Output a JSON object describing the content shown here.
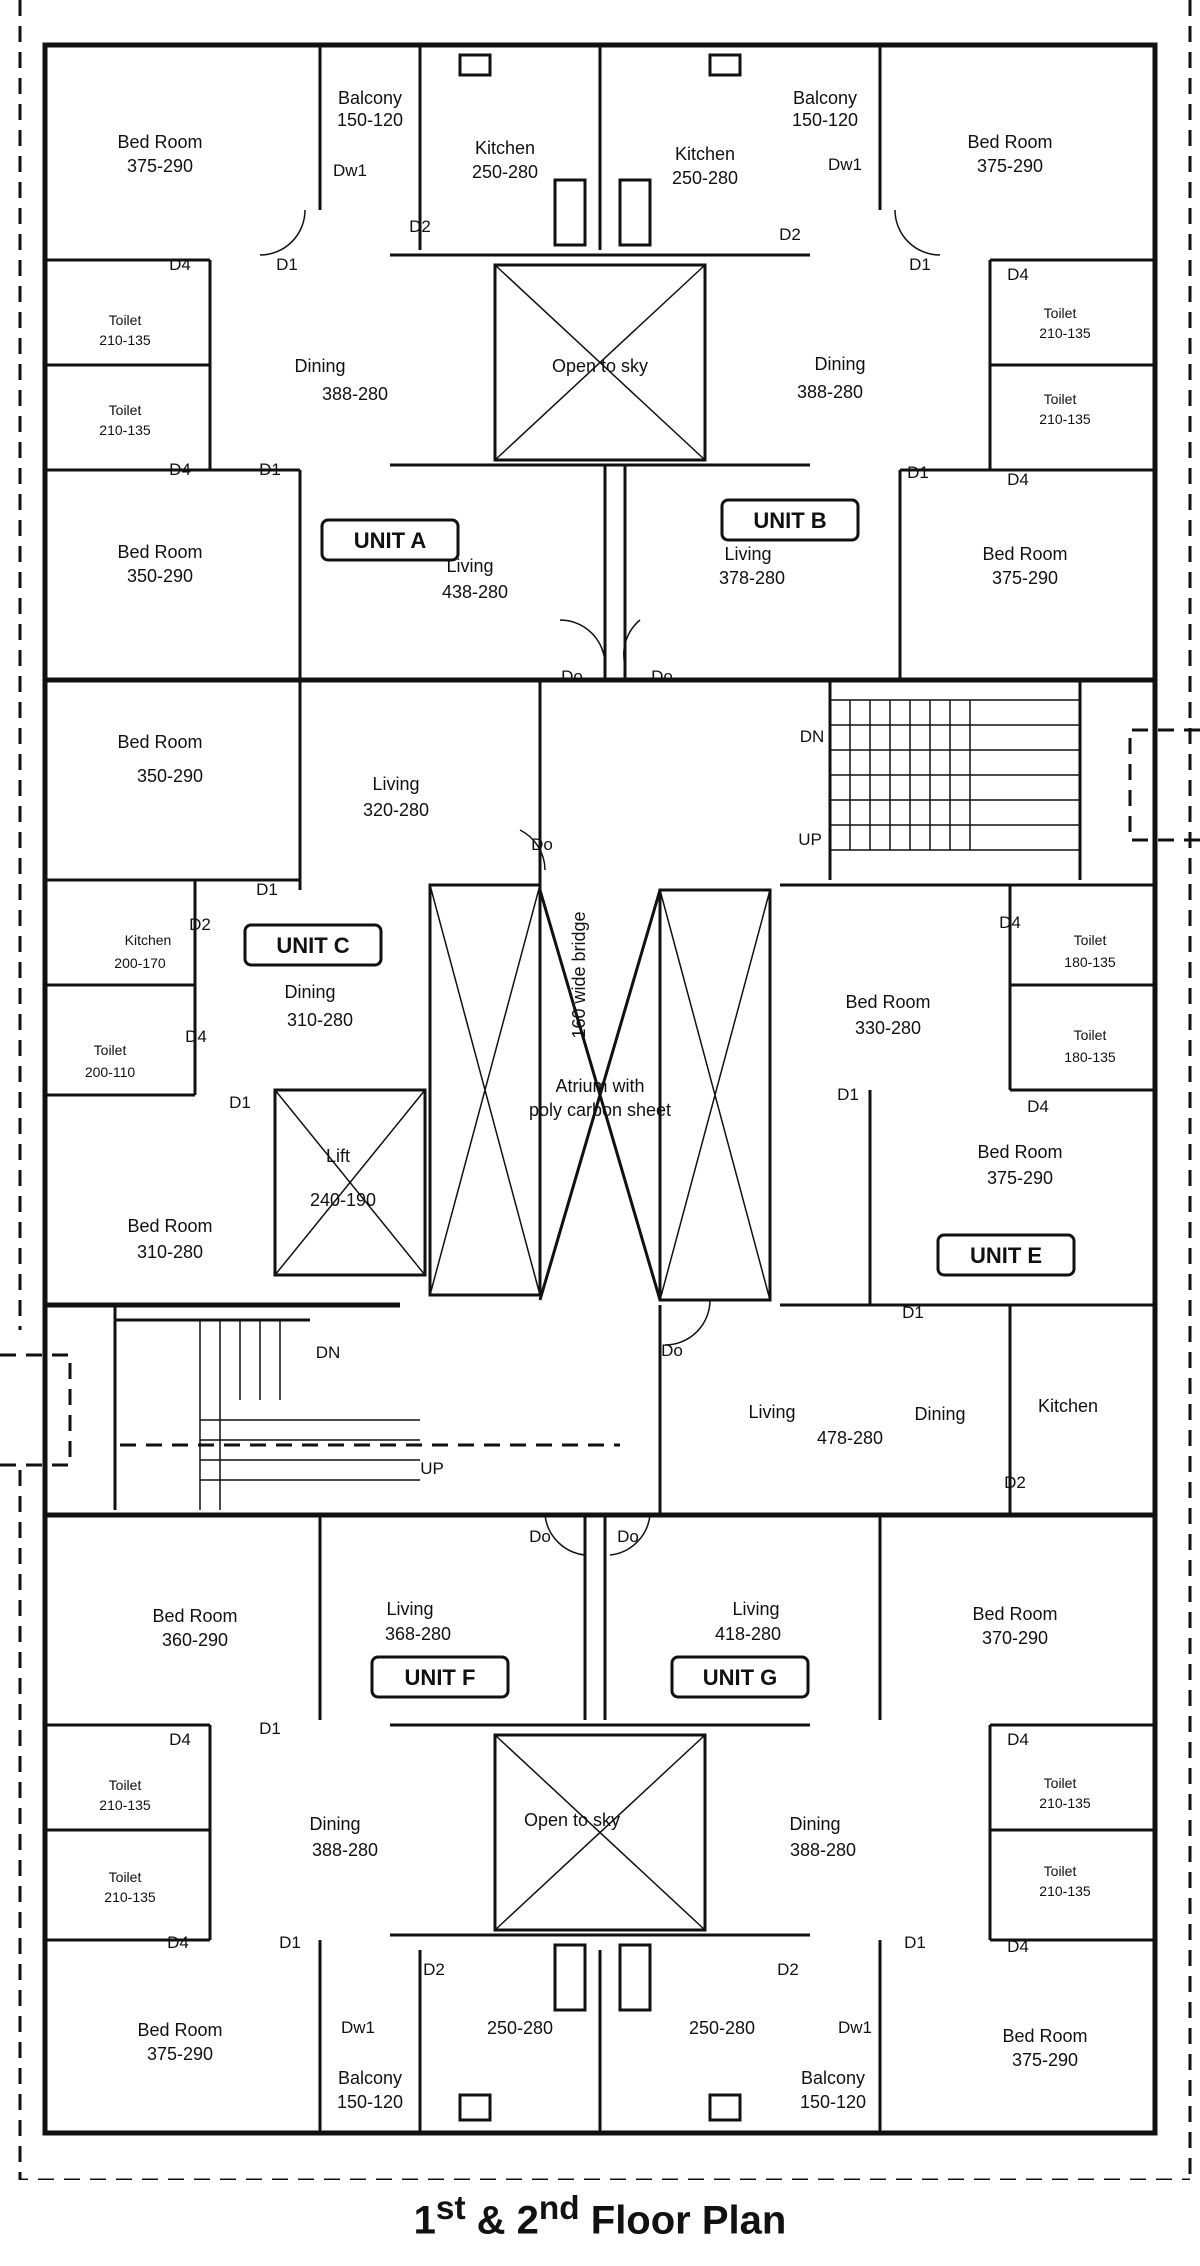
{
  "title": "1st & 2nd Floor Plan",
  "title_parts": {
    "a": "1",
    "a_sup": "st",
    "mid": " & 2",
    "b_sup": "nd",
    "rest": " Floor Plan"
  },
  "units": {
    "a": "UNIT A",
    "b": "UNIT B",
    "c": "UNIT C",
    "e": "UNIT E",
    "f": "UNIT F",
    "g": "UNIT G"
  },
  "rooms": {
    "bed_room": "Bed Room",
    "kitchen": "Kitchen",
    "balcony": "Balcony",
    "toilet": "Toilet",
    "dining": "Dining",
    "living": "Living",
    "open_sky": "Open to sky",
    "lift": "Lift",
    "atrium_1": "Atrium with",
    "atrium_2": "poly carbon sheet",
    "bridge": "160 wide bridge"
  },
  "dims": {
    "d375_290": "375-290",
    "d350_290": "350-290",
    "d360_290": "360-290",
    "d370_290": "370-290",
    "d310_280": "310-280",
    "d330_280": "330-280",
    "d250_280": "250-280",
    "d150_120": "150-120",
    "d210_135": "210-135",
    "d200_170": "200-170",
    "d200_110": "200-110",
    "d180_135": "180-135",
    "d388_280": "388-280",
    "d438_280": "438-280",
    "d378_280": "378-280",
    "d320_280": "320-280",
    "d478_280": "478-280",
    "d368_280": "368-280",
    "d418_280": "418-280",
    "d310_280c": "310-280",
    "d240_190": "240-190"
  },
  "doors": {
    "d1": "D1",
    "d2": "D2",
    "d4": "D4",
    "do": "Do",
    "dw1": "Dw1",
    "dn": "DN",
    "up": "UP"
  }
}
